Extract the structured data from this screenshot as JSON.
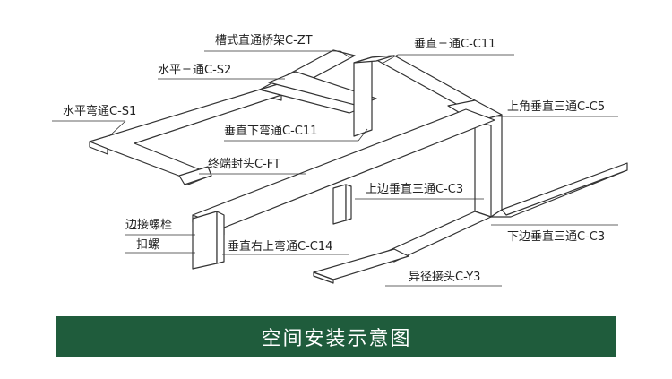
{
  "labels": {
    "zt": "槽式直通桥架C-ZT",
    "s2": "水平三通C-S2",
    "s1": "水平弯通C-S1",
    "c11_top": "垂直三通C-C11",
    "c5": "上角垂直三通C-C5",
    "c11_down": "垂直下弯通C-C11",
    "ft": "终端封头C-FT",
    "c3_upper": "上边垂直三通C-C3",
    "bolt": "边接螺栓",
    "nut": "扣螺",
    "c14": "垂直右上弯通C-C14",
    "c3_lower": "下边垂直三通C-C3",
    "y3": "异径接头C-Y3"
  },
  "banner": {
    "title": "空间安装示意图",
    "color": "#1f5c3c"
  }
}
